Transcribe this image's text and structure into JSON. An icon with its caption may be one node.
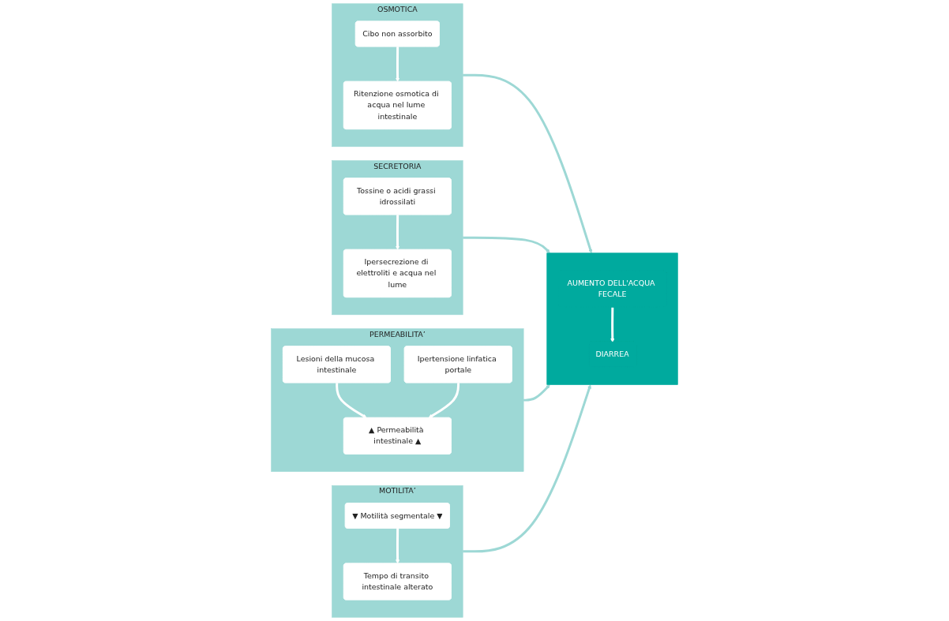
{
  "diagram": {
    "nodes": [
      {
        "text": [
          "OSMOTICA"
        ]
      },
      {
        "text": [
          "Cibo non assorbito"
        ],
        "in": 0
      },
      {
        "text": [
          "Ritenzione osmotica di acqua nel lume intestinale"
        ],
        "in": 0
      },
      {
        "text": [
          "SECRETORIA"
        ]
      },
      {
        "text": [
          "Tossine o acidi grassi idrossilati"
        ],
        "in": 3
      },
      {
        "text": [
          "Ipersecrezione di elettroliti e acqua nel lume"
        ],
        "in": 3
      },
      {
        "text": [],
        "shape": "box"
      },
      {
        "text": [
          "AUMENTO DELL'ACQUA FECALE"
        ],
        "in": 6
      },
      {
        "text": [
          "DIARREA"
        ],
        "in": 6
      },
      {
        "text": [
          "PERMEABILITA’"
        ]
      },
      {
        "text": [
          "▲ Permeabilità intestinale ▲"
        ],
        "in": 9
      },
      {
        "text": [
          "Lesioni della mucosa intestinale"
        ],
        "in": 9
      },
      {
        "text": [
          "Ipertensione linfatica portale"
        ],
        "in": 9
      },
      {
        "text": [
          "MOTILITA’"
        ]
      },
      {
        "text": [
          "Tempo di transito intestinale alterato"
        ],
        "in": 13
      },
      {
        "text": [
          "▼ Motilità segmentale ▼"
        ],
        "in": 13
      }
    ],
    "edges": [
      {
        "from": 1,
        "to": 2,
        "arrow": "to"
      },
      {
        "from": 4,
        "to": 5,
        "arrow": "to"
      },
      {
        "from": 7,
        "to": 8,
        "arrow": "to"
      },
      {
        "from": 11,
        "to": 10,
        "arrow": "to"
      },
      {
        "from": 12,
        "to": 10,
        "arrow": "to"
      },
      {
        "from": 15,
        "to": 14,
        "arrow": "to"
      },
      {
        "from": 0,
        "to": 6,
        "arrow": "to",
        "color": "#9dd8d5"
      },
      {
        "from": 3,
        "to": 6,
        "arrow": "to",
        "color": "#9dd8d5"
      },
      {
        "from": 9,
        "to": 6,
        "arrow": "to",
        "color": "#9dd8d5"
      },
      {
        "from": 13,
        "to": 6,
        "arrow": "to",
        "color": "#9dd8d5"
      }
    ]
  }
}
